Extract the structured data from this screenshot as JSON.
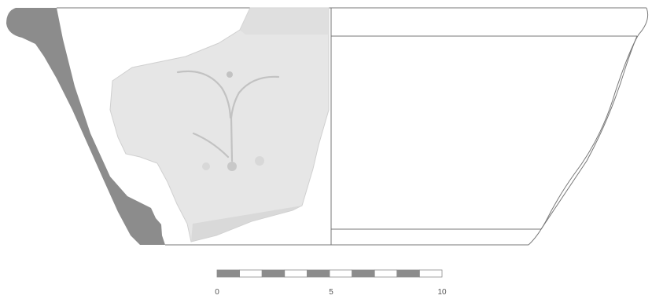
{
  "drawing": {
    "section_color": "#8c8c8c",
    "outline_color": "#666666",
    "sherd_fill": "#e6e6e6",
    "sherd_edge": "#cfcfcf",
    "motif_color": "#c2c2c2"
  },
  "scale_bar": {
    "labels": [
      "0",
      "5",
      "10"
    ],
    "segments": [
      {
        "fill": "dark"
      },
      {
        "fill": "light"
      },
      {
        "fill": "dark"
      },
      {
        "fill": "light"
      },
      {
        "fill": "dark"
      },
      {
        "fill": "light"
      },
      {
        "fill": "dark"
      },
      {
        "fill": "light"
      },
      {
        "fill": "dark"
      },
      {
        "fill": "light"
      }
    ],
    "dark_color": "#8c8c8c",
    "light_color": "#ffffff"
  }
}
